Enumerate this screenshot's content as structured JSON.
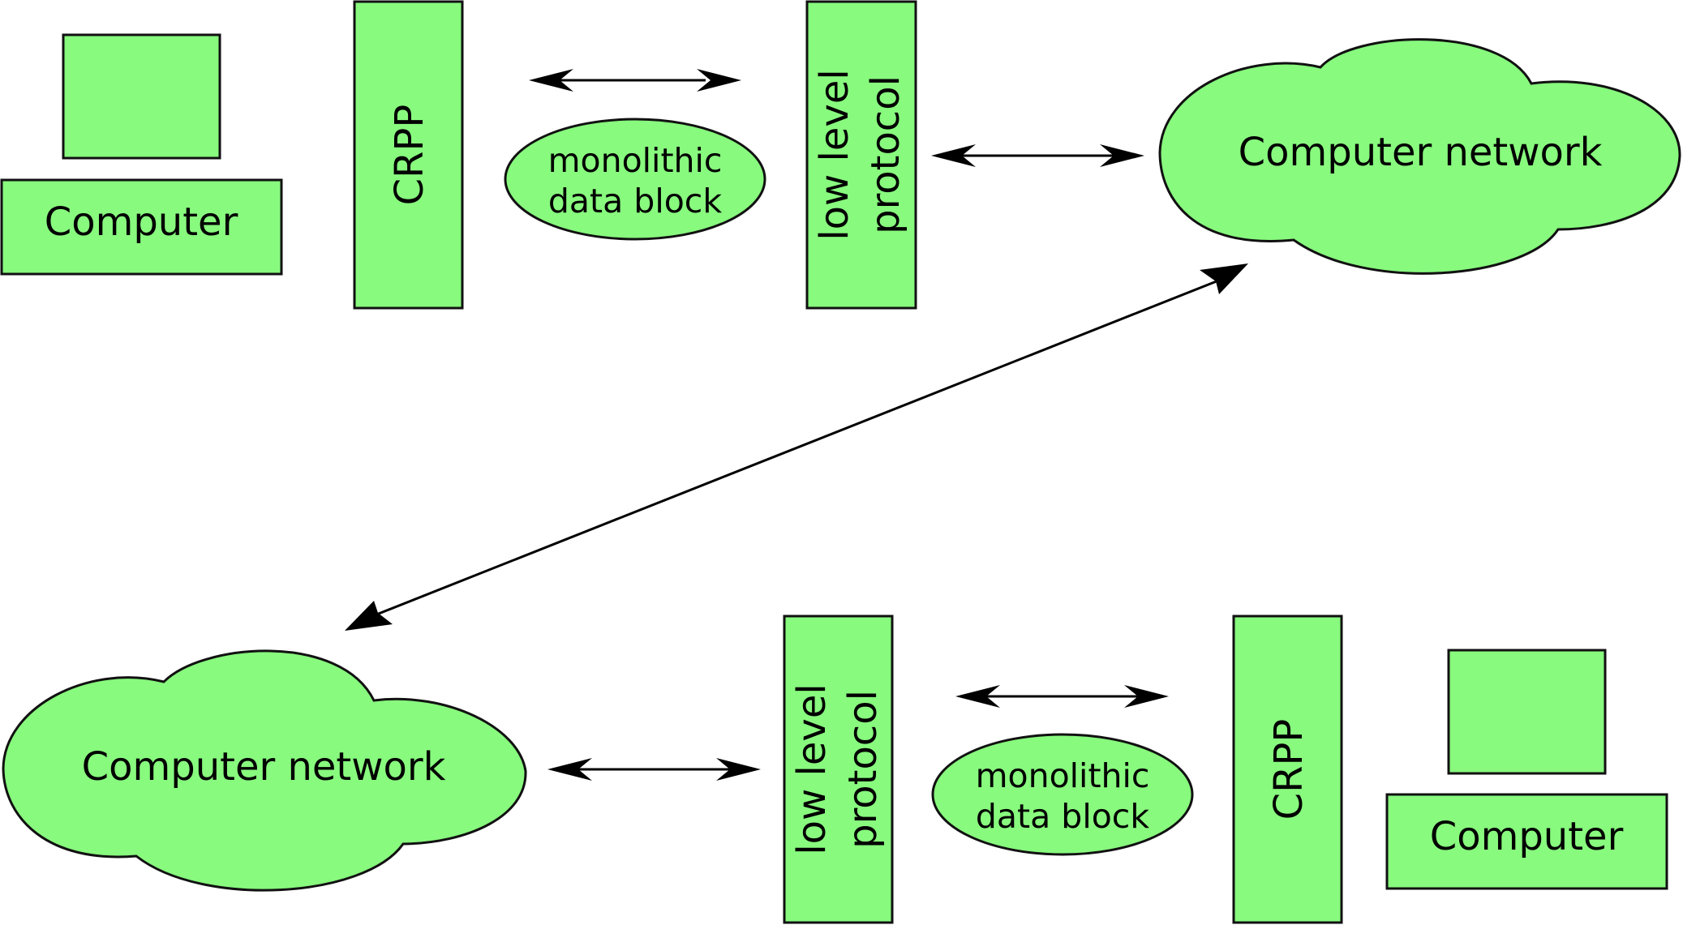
{
  "top": {
    "computer_label": "Computer",
    "crpp_label": "CRPP",
    "data_block_lines": [
      "monolithic",
      "data block"
    ],
    "protocol_lines": [
      "low level",
      "protocol"
    ],
    "network_label": "Computer network"
  },
  "bottom": {
    "computer_label": "Computer",
    "crpp_label": "CRPP",
    "data_block_lines": [
      "monolithic",
      "data block"
    ],
    "protocol_lines": [
      "low level",
      "protocol"
    ],
    "network_label": "Computer network"
  },
  "colors": {
    "shape_fill": "#88fa7e",
    "stroke": "#111111",
    "arrow": "#000000"
  }
}
